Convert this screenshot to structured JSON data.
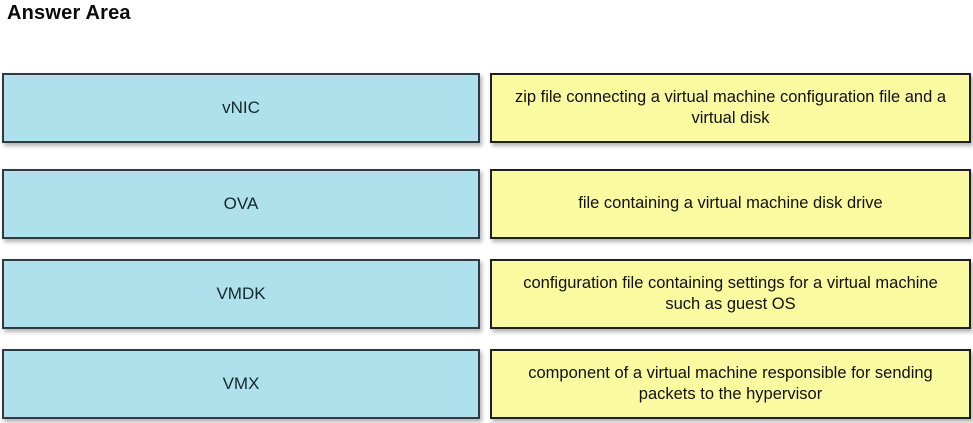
{
  "page": {
    "title": "Answer Area"
  },
  "colors": {
    "term_fill": "#aee1eb",
    "term_border": "#2f3a45",
    "desc_fill": "#fafaa1",
    "desc_border": "#1f1f1f",
    "term_text": "#16272e",
    "desc_text": "#111111",
    "title_text": "#0a0a0a"
  },
  "rows": [
    {
      "term": "vNIC",
      "description": "zip file connecting a virtual machine configuration file and a virtual disk"
    },
    {
      "term": "OVA",
      "description": "file containing a virtual machine disk drive"
    },
    {
      "term": "VMDK",
      "description": "configuration file containing settings for a virtual machine such as guest OS"
    },
    {
      "term": "VMX",
      "description": "component of a virtual machine responsible for sending packets to the hypervisor"
    }
  ]
}
